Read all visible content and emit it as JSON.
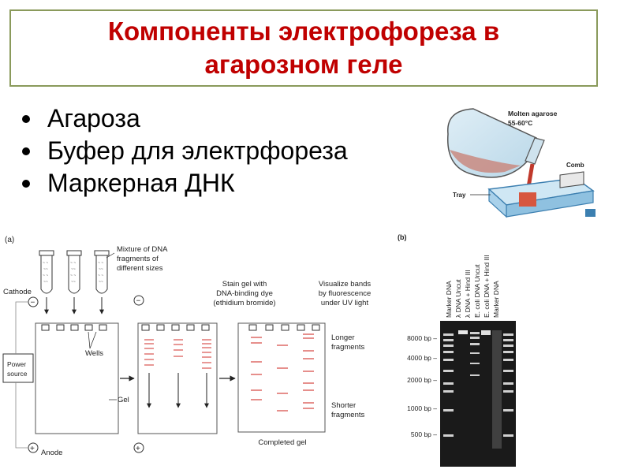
{
  "title": {
    "line1": "Компоненты электрофореза в",
    "line2": "агарозном геле"
  },
  "bullets": [
    "Агароза",
    "Буфер для электрфореза",
    "Маркерная ДНК"
  ],
  "flask_figure": {
    "label_agarose": "Molten agarose",
    "label_temp": "55-60°C",
    "label_comb": "Comb",
    "label_tray": "Tray"
  },
  "figure_a": {
    "panel_label": "(a)",
    "mixture_label": [
      "Mixture of DNA",
      "fragments of",
      "different sizes"
    ],
    "stain_label": [
      "Stain gel with",
      "DNA-binding dye",
      "(ethidium bromide)"
    ],
    "visualize_label": [
      "Visualize bands",
      "by fluorescence",
      "under UV light"
    ],
    "cathode": "Cathode",
    "anode": "Anode",
    "minus": "−",
    "plus": "+",
    "power_source": [
      "Power",
      "source"
    ],
    "wells": "Wells",
    "gel": "Gel",
    "longer": [
      "Longer",
      "fragments"
    ],
    "shorter": [
      "Shorter",
      "fragments"
    ],
    "completed": "Completed gel"
  },
  "figure_b": {
    "panel_label": "(b)",
    "lanes": [
      "Marker DNA",
      "λ DNA Uncut",
      "λ DNA + Hind III",
      "E. coli DNA Uncut",
      "E. coli DNA + Hind III",
      "Marker DNA"
    ],
    "sizes": [
      "8000 bp –",
      "4000 bp –",
      "2000 bp –",
      "1000 bp –",
      "500 bp –"
    ]
  },
  "colors": {
    "title": "#c00000",
    "border": "#8a9a5b",
    "band": "#d9534f",
    "gel": "#1a1a1a"
  }
}
